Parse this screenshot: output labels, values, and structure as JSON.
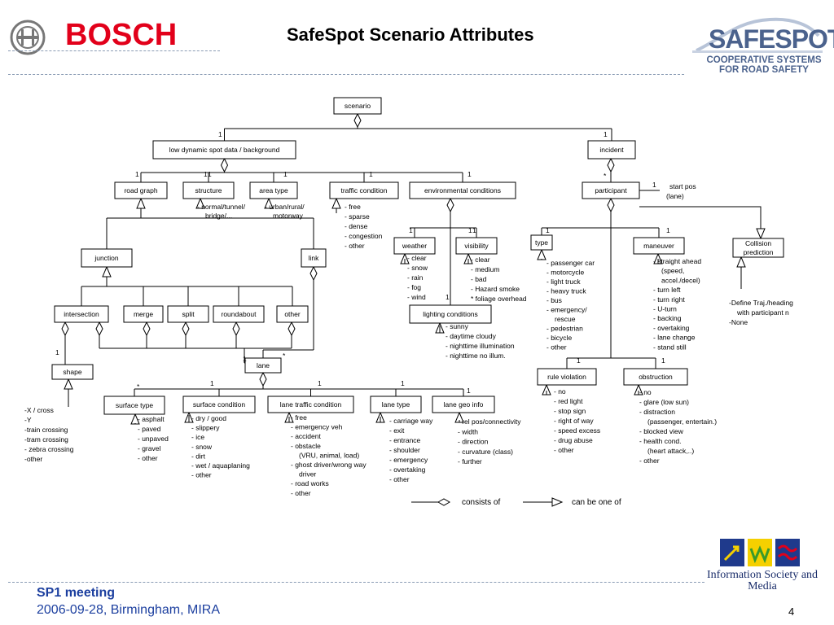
{
  "header": {
    "brand": "BOSCH",
    "title": "SafeSpot Scenario Attributes",
    "partner_logo_word": "SAFESPOT",
    "partner_logo_sub": "COOPERATIVE SYSTEMS FOR ROAD SAFETY"
  },
  "footer": {
    "meeting": "SP1 meeting",
    "date_place": "2006-09-28, Birmingham, MIRA",
    "page": "4",
    "ism_logo": "Information Society and Media"
  },
  "colors": {
    "brand_red": "#e2001a",
    "footer_blue": "#1c3f9f",
    "logo_blue": "#4b628d",
    "line": "#000000"
  },
  "diagram": {
    "nodes": {
      "scenario": "scenario",
      "low_dynamic": "low dynamic spot data / background",
      "incident": "incident",
      "road_graph": "road graph",
      "structure": "structure",
      "area_type": "area type",
      "traffic_condition": "traffic condition",
      "environmental_conditions": "environmental conditions",
      "participant": "participant",
      "start_pos": "start pos (lane)",
      "junction": "junction",
      "link": "link",
      "weather": "weather",
      "visibility": "visibility",
      "type": "type",
      "maneuver": "maneuver",
      "collision_prediction": "Collision prediction",
      "intersection": "intersection",
      "merge": "merge",
      "split": "split",
      "roundabout": "roundabout",
      "other": "other",
      "lighting_conditions": "lighting conditions",
      "lane": "lane",
      "shape": "shape",
      "rule_violation": "rule violation",
      "obstruction": "obstruction",
      "surface_type": "surface type",
      "surface_condition": "surface condition",
      "lane_traffic_condition": "lane traffic condition",
      "lane_type": "lane type",
      "lane_geo_info": "lane geo info"
    },
    "multiplicities": [
      "1",
      "1",
      "1",
      "1",
      "1",
      "1",
      "1",
      "*",
      "1",
      "1",
      "1",
      "1",
      "1",
      "1",
      "1",
      "1",
      "*",
      "*",
      "1",
      "1",
      "1",
      "1",
      "1",
      "1",
      "1",
      "1"
    ],
    "attribute_lists": {
      "structure": [
        "- normal/tunnel/",
        "bridge/..."
      ],
      "area_type": [
        "- urban/rural/",
        "motorway"
      ],
      "traffic_condition": [
        "- free",
        "- sparse",
        "- dense",
        "- congestion",
        "- other"
      ],
      "weather": [
        "- clear",
        "- snow",
        "- rain",
        "- fog",
        "- wind"
      ],
      "visibility": [
        "- clear",
        "- medium",
        "- bad",
        "- Hazard smoke",
        "* foliage overhead"
      ],
      "lighting": [
        "- sunny",
        "- daytime cloudy",
        "- nighttime illumination",
        "- nighttime no illum."
      ],
      "participant_type": [
        "- passenger car",
        "- motorcycle",
        "- light truck",
        "- heavy truck",
        "- bus",
        "- emergency/",
        "rescue",
        "- pedestrian",
        "- bicycle",
        "- other"
      ],
      "maneuver": [
        "- straight ahead",
        "(speed,",
        "accel./decel)",
        "- turn left",
        "- turn right",
        "- U-turn",
        "- backing",
        "- overtaking",
        "- lane change",
        "- stand still"
      ],
      "collision": [
        "-Define Traj./heading",
        "with participant n",
        "-None"
      ],
      "rule_violation": [
        "- no",
        "- red light",
        "- stop sign",
        "- right of way",
        "- speed excess",
        "- drug abuse",
        "- other"
      ],
      "obstruction": [
        "- no",
        "- glare (low sun)",
        "- distraction",
        "(passenger, entertain.)",
        "- blocked view",
        "- health cond.",
        "(heart attack,..)",
        "- other"
      ],
      "shape": [
        "-X / cross",
        "-Y",
        "-train crossing",
        "-tram crossing",
        "- zebra crossing",
        "-other"
      ],
      "surface_type": [
        "- asphalt",
        "- paved",
        "- unpaved",
        "- gravel",
        "- other"
      ],
      "surface_condition": [
        "- dry / good",
        "- slippery",
        "- ice",
        "- snow",
        "- dirt",
        "- wet / aquaplaning",
        "- other"
      ],
      "lane_traffic_condition": [
        "- free",
        "- emergency veh",
        "- accident",
        "- obstacle",
        "(VRU, animal, load)",
        "- ghost driver/wrong way",
        "driver",
        "- road works",
        "- other"
      ],
      "lane_type": [
        "- carriage way",
        "- exit",
        "- entrance",
        "- shoulder",
        "- emergency",
        "- overtaking",
        "- other"
      ],
      "lane_geo_info": [
        "- rel pos/connectivity",
        "- width",
        "- direction",
        "- curvature (class)",
        "- further"
      ]
    },
    "legend": {
      "consists_of": "consists of",
      "can_be_one_of": "can be one of"
    }
  }
}
